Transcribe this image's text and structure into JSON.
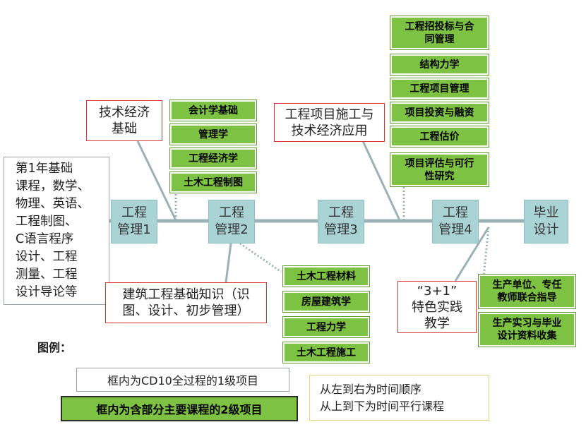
{
  "intro": "第1年基础\n课程，数学、\n物理、英语、\n工程制图、\nC语言程序\n设计、工程\n测量、工程\n设计导论等",
  "stages": [
    "工程\n管理1",
    "工程\n管理2",
    "工程\n管理3",
    "工程\n管理4",
    "毕业\n设计"
  ],
  "themes": {
    "t1": "技术经济\n基础",
    "t2": "建筑工程基础知识（识\n图、设计、初步管理）",
    "t3": "工程项目施工与\n技术经济应用",
    "t4": "“3+1”\n特色实践\n教学"
  },
  "courses": {
    "c1": [
      "会计学基础",
      "管理学",
      "工程经济学",
      "土木工程制图"
    ],
    "c2": [
      "土木工程材料",
      "房屋建筑学",
      "工程力学",
      "土木工程施工"
    ],
    "c3": [
      "工程招投标与合\n同管理",
      "结构力学",
      "工程项目管理",
      "项目投资与融资",
      "工程估价",
      "项目评估与可行\n性研究"
    ],
    "c4": [
      "生产单位、专任\n教师联合指导",
      "生产实习与毕业\n设计资料收集"
    ]
  },
  "legend": {
    "label": "图例：",
    "level1": "框内为CD10全过程的1级项目",
    "level2": "框内为含部分主要课程的2级项目"
  },
  "note": "从左到右为时间顺序\n从上到下为时间平行课程",
  "colors": {
    "stage": "#aad3d5",
    "course": "#7dc242",
    "theme_border": "#dd3333",
    "line": "#9bb1b5"
  }
}
